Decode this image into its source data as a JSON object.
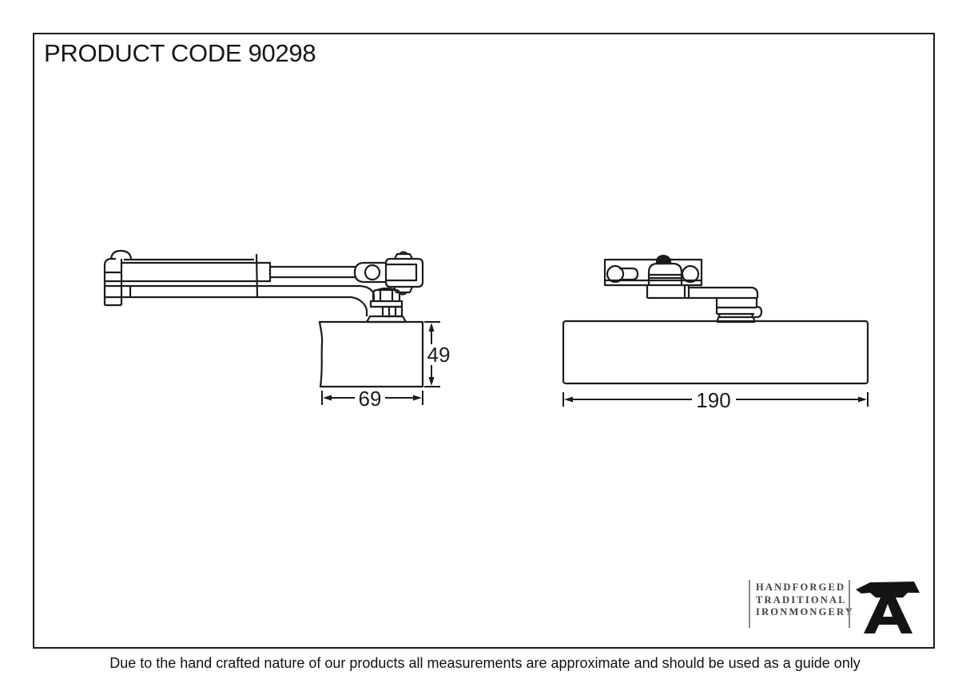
{
  "page": {
    "title": "PRODUCT CODE 90298",
    "disclaimer": "Due to the hand crafted nature of our products all measurements are approximate and should be used as a guide only"
  },
  "drawings": {
    "side_view": {
      "height_mm": "49",
      "width_mm": "69"
    },
    "front_view": {
      "width_mm": "190"
    }
  },
  "brand": {
    "tagline_line1": "HANDFORGED",
    "tagline_line2": "TRADITIONAL",
    "tagline_line3": "IRONMONGERY",
    "logo_icon": "anvil-icon"
  },
  "colors": {
    "line": "#1c1c1c",
    "background": "#ffffff",
    "brand_text": "#4a4036"
  }
}
